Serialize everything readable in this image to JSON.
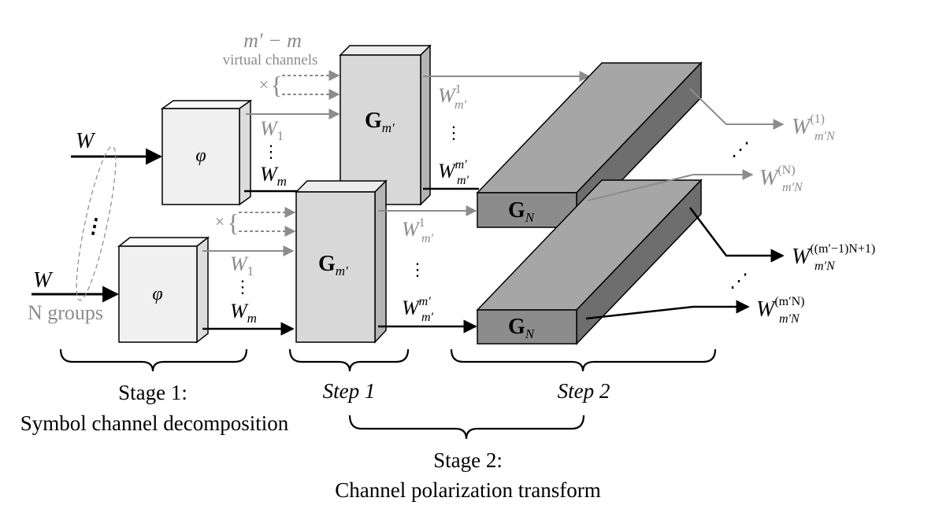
{
  "inputs": {
    "w_top": "W",
    "w_bottom": "W",
    "n_groups": "N groups",
    "ellipsis": "⋮"
  },
  "virtual": {
    "count": "m′ − m",
    "label": "virtual channels",
    "times": "×",
    "brace": "{"
  },
  "stage1": {
    "phi": "φ",
    "w1": "W",
    "w1_sub": "1",
    "wm": "W",
    "wm_sub": "m",
    "vdots": "⋮"
  },
  "step1": {
    "block_label": "G",
    "block_sub": "m′",
    "out_first": "W",
    "out_first_sup": "1",
    "out_first_sub": "m′",
    "out_last": "W",
    "out_last_sup": "m′",
    "out_last_sub": "m′",
    "vdots": "⋮"
  },
  "step2": {
    "block_label": "G",
    "block_sub": "N"
  },
  "outputs": {
    "o1": "W",
    "o1_sup": "(1)",
    "o1_sub": "m′N",
    "o2": "W",
    "o2_sup": "(N)",
    "o2_sub": "m′N",
    "o3": "W",
    "o3_sup": "((m′−1)N+1)",
    "o3_sub": "m′N",
    "o4": "W",
    "o4_sup": "(m′N)",
    "o4_sub": "m′N",
    "dots": "⋰"
  },
  "labels": {
    "stage1_title": "Stage 1:",
    "stage1_desc": "Symbol channel decomposition",
    "step1": "Step 1",
    "step2": "Step 2",
    "stage2_title": "Stage 2:",
    "stage2_desc": "Channel polarization transform"
  },
  "colors": {
    "stage1_block": "#f0f0f0",
    "step1_block": "#d8d8d8",
    "step2_block": "#8c8c8c",
    "gray_text": "#8c8c8c"
  }
}
